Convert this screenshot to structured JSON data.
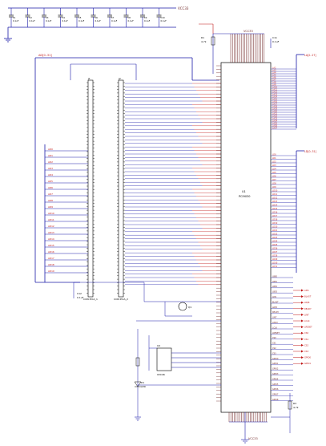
{
  "rails": {
    "vcc_top": "VCC33",
    "vcc_mid": "VCC33",
    "vcc_right": "VCC33"
  },
  "caps_top": [
    {
      "ref": "C1",
      "val": "0.1uF"
    },
    {
      "ref": "C2",
      "val": "0.1uF"
    },
    {
      "ref": "C3",
      "val": "0.1uF"
    },
    {
      "ref": "C4",
      "val": "0.1uF"
    },
    {
      "ref": "C5",
      "val": "0.1uF"
    },
    {
      "ref": "C6",
      "val": "0.1uF"
    },
    {
      "ref": "C7",
      "val": "0.1uF"
    },
    {
      "ref": "C8",
      "val": "0.1uF"
    },
    {
      "ref": "C9",
      "val": "0.1uF"
    },
    {
      "ref": "C10",
      "val": "0.1uF"
    }
  ],
  "components": {
    "conn_left": {
      "ref": "J1",
      "name": "CON PCIA_1"
    },
    "conn_right": {
      "ref": "J2",
      "name": "CON PCIA_2"
    },
    "main_ic": {
      "ref": "U1",
      "name": "PCI9030"
    },
    "eeprom": {
      "ref": "U2",
      "name": "93C46"
    },
    "led": {
      "ref": "D1",
      "name": "LED"
    },
    "transistor": {
      "ref": "Q1"
    },
    "r_top": {
      "ref": "R1",
      "val": "4.7k"
    },
    "r_bottom": {
      "ref": "R3",
      "val": "4.7k"
    },
    "cap_top": {
      "ref": "C11",
      "val": "0.1uF"
    },
    "cap_low": {
      "ref": "C12",
      "val": "0.1uF"
    }
  },
  "buses": {
    "left_bus": "AD[0..31]",
    "right_bus_1": "LA[2..27]",
    "right_bus_2": "LD[0..31]"
  },
  "right_labels_top": [
    "LA2",
    "LA3",
    "LA4",
    "LA5",
    "LA6",
    "LA7",
    "LA8",
    "LA9",
    "LA10",
    "LA11",
    "LA12",
    "LA13",
    "LA14",
    "LA15",
    "LA16",
    "LA17",
    "LA18",
    "LA19",
    "LA20",
    "LA21",
    "LA22",
    "LA23",
    "LA24",
    "LA25",
    "LA26",
    "LA27"
  ],
  "right_labels_mid": [
    "LD0",
    "LD1",
    "LD2",
    "LD3",
    "LD4",
    "LD5",
    "LD6",
    "LD7",
    "LD8",
    "LD9",
    "LD10",
    "LD11",
    "LD12",
    "LD13",
    "LD14",
    "LD15",
    "LD16",
    "LD17",
    "LD18",
    "LD19",
    "LD20",
    "LD21",
    "LD22",
    "LD23",
    "LD24",
    "LD25",
    "LD26",
    "LD27",
    "LD28",
    "LD29",
    "LD30",
    "LD31"
  ],
  "right_labels_low": [
    "LBE0",
    "LBE1",
    "LBE2",
    "LBE3",
    "ADS",
    "BLAST",
    "LW/R",
    "READY",
    "LINT",
    "LINT2",
    "LCLK",
    "LRESET",
    "CS0",
    "CS1",
    "CS2",
    "CS3",
    "GPIO0",
    "GPIO1",
    "GPIO2",
    "GPIO3",
    "GPIO4",
    "GPIO5",
    "GPIO6",
    "GPIO7",
    "GPIO8"
  ],
  "right_signal_tags": [
    "ADS",
    "BLAST",
    "LW/R",
    "READY",
    "LINT",
    "LCLK",
    "LRESET",
    "CS0",
    "CS1",
    "CS2",
    "CS3",
    "GPIO0",
    "GPIO1"
  ],
  "left_net_tags": [
    "AD0",
    "AD1",
    "AD2",
    "AD3",
    "AD4",
    "AD5",
    "AD6",
    "AD7",
    "AD8",
    "AD9",
    "AD10",
    "AD11",
    "AD12",
    "AD13",
    "AD14",
    "AD15",
    "AD16",
    "AD17",
    "AD18",
    "AD19",
    "AD20",
    "AD21",
    "AD22",
    "AD23",
    "AD24",
    "AD25",
    "AD26",
    "AD27",
    "AD28",
    "AD29",
    "AD30",
    "AD31"
  ],
  "colors": {
    "wire": "#1a1aa8",
    "net": "#c01818",
    "pin": "#6b1f1f",
    "part": "#000000"
  }
}
